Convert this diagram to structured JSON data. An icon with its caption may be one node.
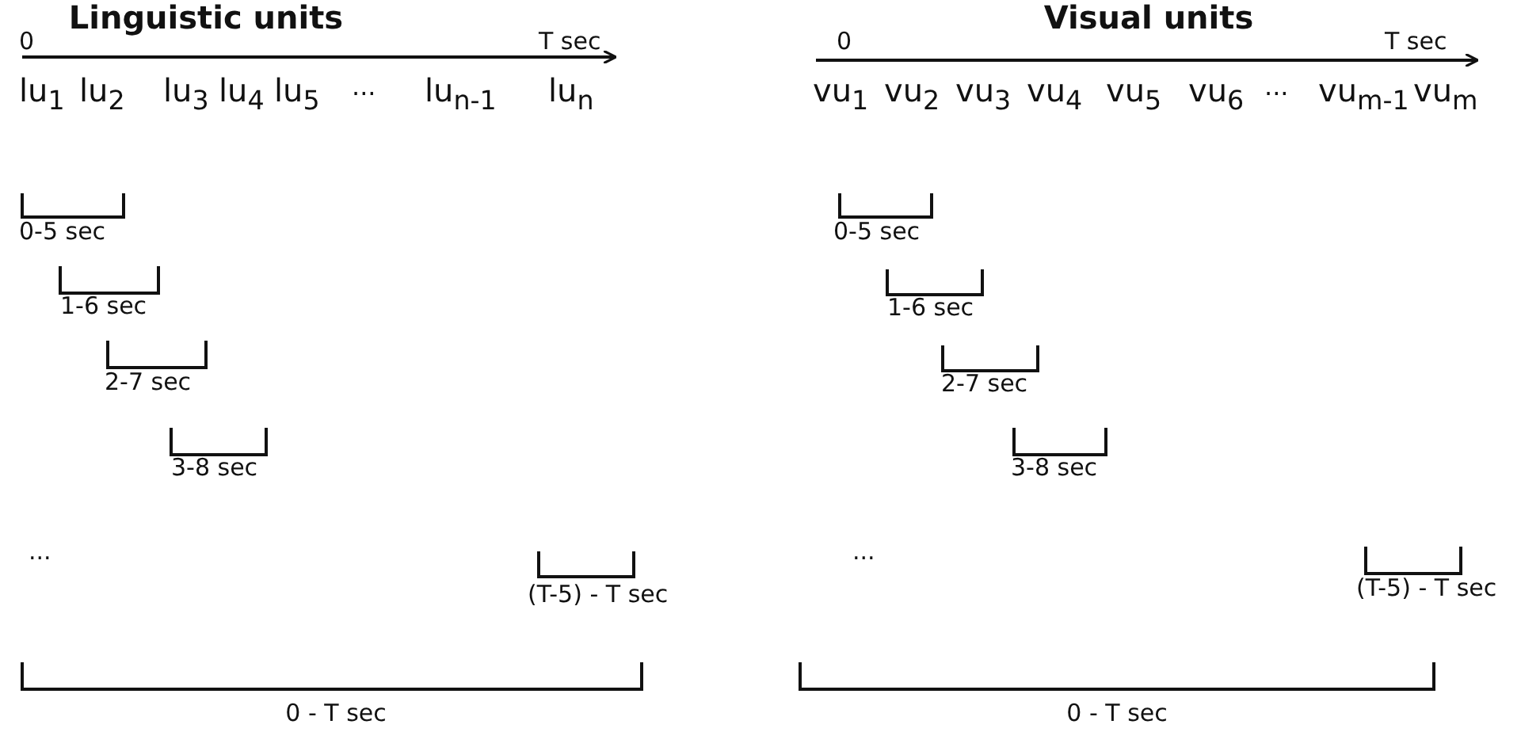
{
  "diagram": {
    "labels": [
      "Linguistic units",
      "0",
      "T sec",
      "lu$_{1}$",
      "lu$_{2}$",
      "lu$_{3}$",
      "lu$_{4}$",
      "lu$_{5}$",
      "...",
      "lu$_{n-1}$",
      "lu$_{n}$",
      "0-5 sec",
      "1-6 sec",
      "2-7 sec",
      "3-8 sec",
      "...",
      "(T-5) - T sec",
      "0 - T sec",
      "Visual units",
      "0",
      "T sec",
      "vu$_{1}$",
      "vu$_{2}$",
      "vu$_{3}$",
      "vu$_{4}$",
      "vu$_{5}$",
      "vu$_{6}$",
      "...",
      "vu$_{m-1}$",
      "vu$_{m}$",
      "0-5 sec",
      "1-6 sec",
      "2-7 sec",
      "3-8 sec",
      "...",
      "(T-5) - T sec",
      "0 - T sec"
    ]
  }
}
